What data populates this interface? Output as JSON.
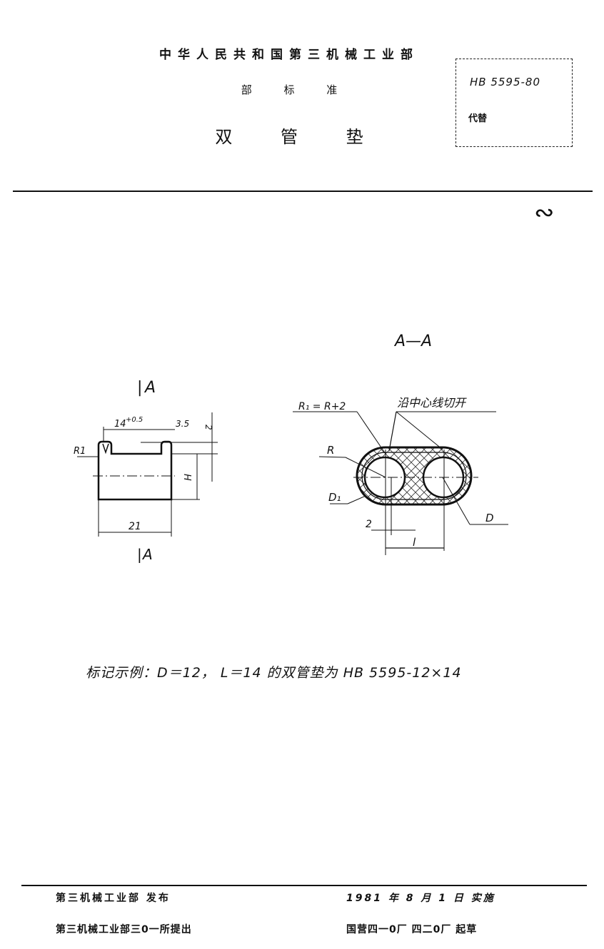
{
  "header": {
    "organization": "中华人民共和国第三机械工业部",
    "category": "部 标 准",
    "title": "双 管 垫",
    "standard_number": "HB 5595-80",
    "replaces": "代替"
  },
  "page_number": "2",
  "drawing": {
    "side_view": {
      "section_mark_top": "A",
      "section_mark_bottom": "A",
      "dim_width": "21",
      "dim_slot": "14",
      "dim_slot_tol": "+0.5",
      "dim_edge": "3.5",
      "dim_top": "2",
      "dim_height": "H",
      "radius": "R1"
    },
    "section_view": {
      "title": "A—A",
      "r1_label": "R₁ = R+2",
      "cut_note": "沿中心线切开",
      "r_label": "R",
      "d1_label": "D₁",
      "d_label": "D",
      "dim_2": "2",
      "dim_l": "l"
    }
  },
  "marking_example": "标记示例：D＝12， L＝14 的双管垫为 HB 5595-12×14",
  "footer": {
    "issued_by": "第三机械工业部 发布",
    "effective": "1981 年 8 月 1 日 实施",
    "proposed_by": "第三机械工业部三0一所提出",
    "drafted_by": "国营四一0厂 四二0厂 起草"
  }
}
